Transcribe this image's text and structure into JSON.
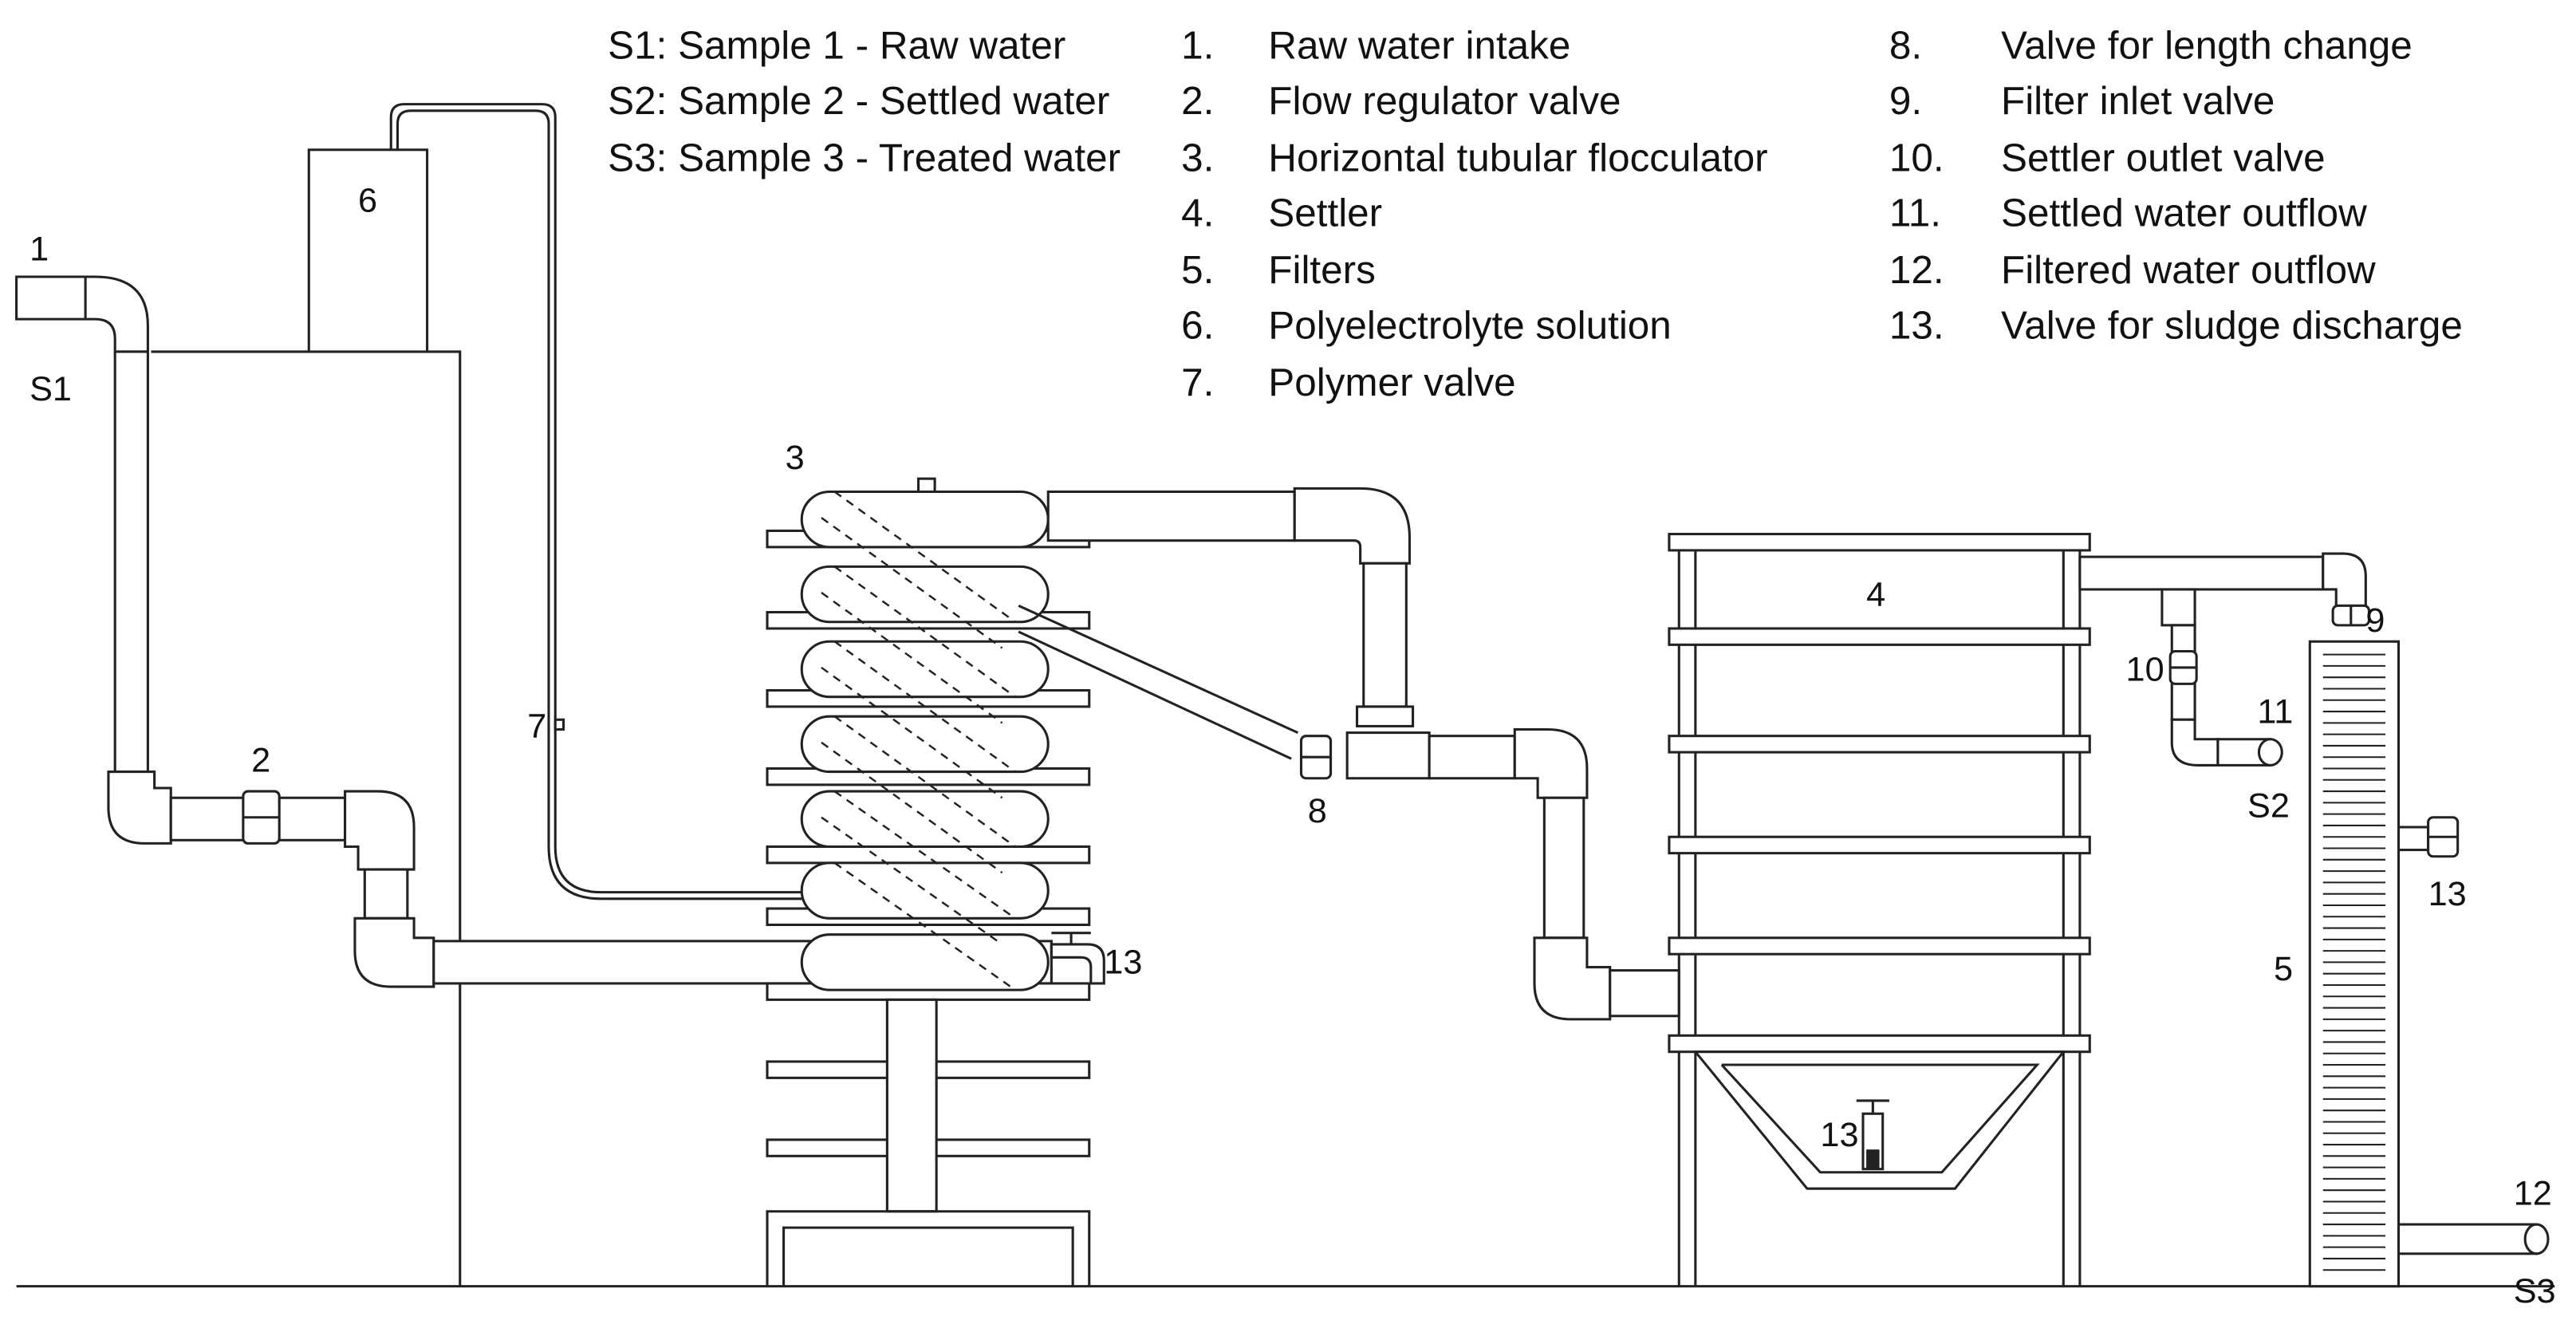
{
  "legend": {
    "samples": [
      "S1: Sample 1 - Raw water",
      "S2: Sample 2 - Settled water",
      "S3: Sample 3 - Treated water"
    ],
    "items": [
      {
        "num": "1.",
        "text": "Raw water intake"
      },
      {
        "num": "2.",
        "text": "Flow regulator valve"
      },
      {
        "num": "3.",
        "text": "Horizontal tubular flocculator"
      },
      {
        "num": "4.",
        "text": "Settler"
      },
      {
        "num": "5.",
        "text": "Filters"
      },
      {
        "num": "6.",
        "text": "Polyelectrolyte solution"
      },
      {
        "num": "7.",
        "text": "Polymer valve"
      },
      {
        "num": "8.",
        "text": "Valve for length change"
      },
      {
        "num": "9.",
        "text": "Filter inlet valve"
      },
      {
        "num": "10.",
        "text": "Settler outlet valve"
      },
      {
        "num": "11.",
        "text": "Settled water outflow"
      },
      {
        "num": "12.",
        "text": "Filtered water outflow"
      },
      {
        "num": "13.",
        "text": "Valve for sludge discharge"
      }
    ]
  },
  "labels": {
    "intake": "1",
    "s1": "S1",
    "regulator": "2",
    "flocculator": "3",
    "polymer_tank": "6",
    "polymer_valve": "7",
    "length_valve": "8",
    "floc_sludge_valve": "13",
    "settler": "4",
    "settler_sludge_valve": "13",
    "filter_inlet_valve": "9",
    "settler_outlet_valve": "10",
    "settled_outflow": "11",
    "s2": "S2",
    "filter": "5",
    "filter_sludge_valve": "13",
    "filtered_outflow": "12",
    "s3": "S3"
  }
}
